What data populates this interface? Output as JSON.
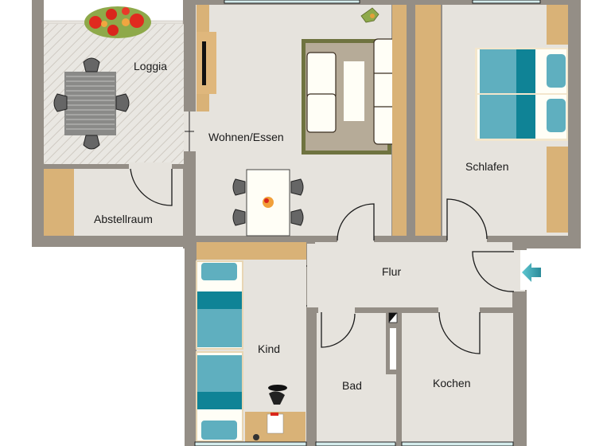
{
  "floorplan": {
    "rooms": [
      {
        "id": "loggia",
        "label": "Loggia"
      },
      {
        "id": "wohnen",
        "label": "Wohnen/Essen"
      },
      {
        "id": "schlafen",
        "label": "Schlafen"
      },
      {
        "id": "abstellraum",
        "label": "Abstellraum"
      },
      {
        "id": "flur",
        "label": "Flur"
      },
      {
        "id": "kind",
        "label": "Kind"
      },
      {
        "id": "bad",
        "label": "Bad"
      },
      {
        "id": "kochen",
        "label": "Kochen"
      }
    ],
    "entrance": {
      "icon": "arrow-left-icon",
      "color": "#3aa3b0"
    },
    "colors": {
      "wall": "#948e86",
      "floor": "#e6e3dd",
      "furniture_wood": "#d9b277",
      "bed_blue": "#5fafbf",
      "bed_dark": "#0f8396",
      "rug": "#b6ab98",
      "rug_border": "#6f7340",
      "window": "#d4ecec"
    }
  }
}
